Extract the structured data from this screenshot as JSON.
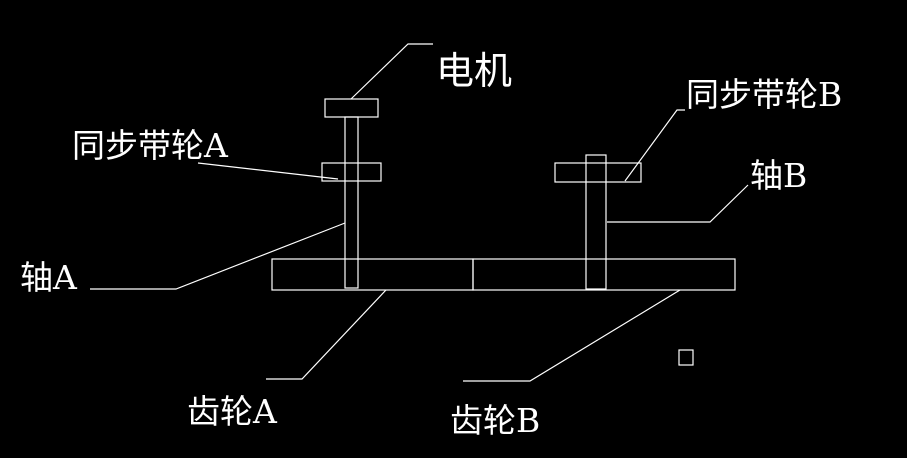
{
  "diagram": {
    "background": "#000000",
    "line_color": "#ffffff",
    "labels": {
      "motor": "电机",
      "pulley_a": "同步带轮A",
      "pulley_b": "同步带轮B",
      "shaft_a": "轴A",
      "shaft_b": "轴B",
      "gear_a": "齿轮A",
      "gear_b": "齿轮B"
    }
  }
}
